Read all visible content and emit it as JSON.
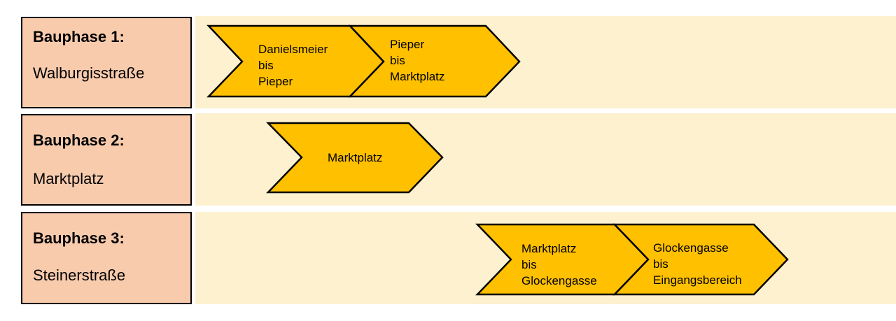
{
  "colors": {
    "band": "#fdf1cf",
    "label_box": "#f8cbad",
    "chevron_fill": "#ffc000",
    "outline": "#000000"
  },
  "phases": [
    {
      "title": "Bauphase 1:",
      "name": "Walburgisstraße",
      "segments": [
        {
          "line1": "Danielsmeier",
          "line2": "bis",
          "line3": "Pieper"
        },
        {
          "line1": "Pieper",
          "line2": "bis",
          "line3": "Marktplatz"
        }
      ]
    },
    {
      "title": "Bauphase 2:",
      "name": "Marktplatz",
      "segments": [
        {
          "line1": "Marktplatz"
        }
      ]
    },
    {
      "title": "Bauphase 3:",
      "name": "Steinerstraße",
      "segments": [
        {
          "line1": "Marktplatz",
          "line2": "bis",
          "line3": "Glockengasse"
        },
        {
          "line1": "Glockengasse",
          "line2": "bis",
          "line3": "Eingangsbereich"
        }
      ]
    }
  ]
}
